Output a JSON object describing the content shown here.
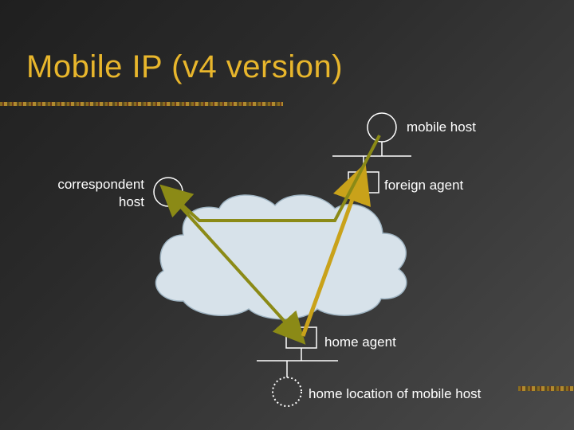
{
  "title": "Mobile IP (v4 version)",
  "labels": {
    "mobile_host": "mobile host",
    "foreign_agent": "foreign agent",
    "correspondent_host_line1": "correspondent",
    "correspondent_host_line2": "host",
    "home_agent": "home agent",
    "home_location": "home location of mobile host"
  },
  "colors": {
    "title": "#e8b62c",
    "cloud_fill": "#d7e2ea",
    "arrow_olive": "#8b8a16",
    "arrow_gold": "#c9a21a",
    "node_stroke": "#ffffff"
  }
}
